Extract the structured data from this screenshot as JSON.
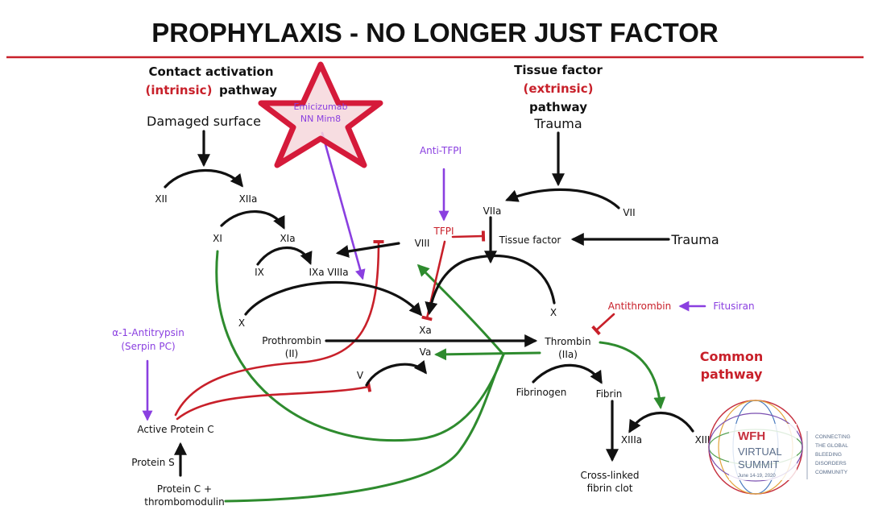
{
  "title": "PROPHYLAXIS - NO LONGER JUST FACTOR",
  "colors": {
    "title_rule": "#c8202a",
    "black_arrows": "#111111",
    "inhibition_red": "#c8202a",
    "therapy_purple": "#8a3fe0",
    "feedback_green": "#2e8b2e",
    "star_fill": "#f6d7dc",
    "star_stroke": "#d51a3a"
  },
  "pathways": {
    "intrinsic": {
      "line1": "Contact activation",
      "line2_colored": "(intrinsic)",
      "line2_rest": "pathway",
      "trigger": "Damaged surface"
    },
    "extrinsic": {
      "line1": "Tissue factor",
      "line2_colored": "(extrinsic)",
      "line3": "pathway",
      "trigger": "Trauma"
    },
    "common": {
      "line1": "Common",
      "line2": "pathway"
    }
  },
  "factors": {
    "xii": "XII",
    "xiia": "XIIa",
    "xi": "XI",
    "xia": "XIa",
    "ix": "IX",
    "ixa_viiia": "IXa VIIIa",
    "viii": "VIII",
    "viia": "VIIa",
    "vii": "VII",
    "tissue_factor": "Tissue factor",
    "trauma2": "Trauma",
    "x_left": "X",
    "x_right": "X",
    "xa": "Xa",
    "va": "Va",
    "v": "V",
    "prothrombin": "Prothrombin",
    "prothrombin_ii": "(II)",
    "thrombin": "Thrombin",
    "thrombin_iia": "(IIa)",
    "fibrinogen": "Fibrinogen",
    "fibrin": "Fibrin",
    "xiii": "XIII",
    "xiiia": "XIIIa",
    "crosslinked1": "Cross-linked",
    "crosslinked2": "fibrin clot",
    "active_protein_c": "Active Protein C",
    "protein_s": "Protein S",
    "protein_c1": "Protein C +",
    "protein_c2": "thrombomodulin",
    "tfpi": "TFPI",
    "antithrombin": "Antithrombin"
  },
  "therapies": {
    "emicizumab": "Emicizumab",
    "nn_mim8": "NN Mim8",
    "anti_tfpi": "Anti-TFPI",
    "fitusiran": "Fitusiran",
    "a1_antitrypsin": "α-1-Antitrypsin",
    "serpin_pc": "(Serpin PC)"
  },
  "logo": {
    "wfh": "WFH",
    "virtual": "VIRTUAL",
    "summit": "SUMMIT",
    "dates": "June 14-19, 2020",
    "tagline": [
      "CONNECTING",
      "THE GLOBAL",
      "BLEEDING",
      "DISORDERS",
      "COMMUNITY"
    ]
  }
}
